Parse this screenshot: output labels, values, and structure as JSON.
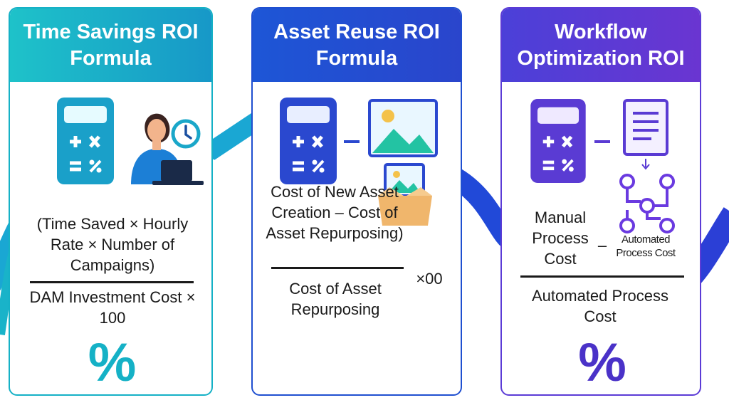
{
  "colors": {
    "teal": "#15b1c6",
    "blue": "#1f4fd0",
    "purple": "#5b3bd6",
    "ribbon_teal": "#1aa7d3",
    "ribbon_blue": "#2149d8",
    "text": "#1a1a1a"
  },
  "cards": [
    {
      "title": "Time Savings ROI Formula",
      "numerator": "(Time Saved × Hourly Rate × Number of Campaigns)",
      "denominator": "DAM Investment Cost × 100",
      "symbol": "%",
      "icons": [
        "calculator-icon",
        "person-laptop-icon",
        "clock-icon"
      ]
    },
    {
      "title": "Asset Reuse ROI Formula",
      "numerator": "Cost of New Asset Creation – Cost of Asset Repurposing)",
      "denominator": "Cost of Asset Repurposing",
      "multiplier": "×00",
      "icons": [
        "calculator-icon",
        "image-icon",
        "box-image-icon"
      ]
    },
    {
      "title": "Workflow Optimization ROI",
      "numerator_left": "Manual Process Cost",
      "operator": "–",
      "numerator_right": "Automated Process Cost",
      "denominator": "Automated Process Cost",
      "symbol": "%",
      "icons": [
        "calculator-icon",
        "document-icon",
        "workflow-nodes-icon"
      ]
    }
  ]
}
